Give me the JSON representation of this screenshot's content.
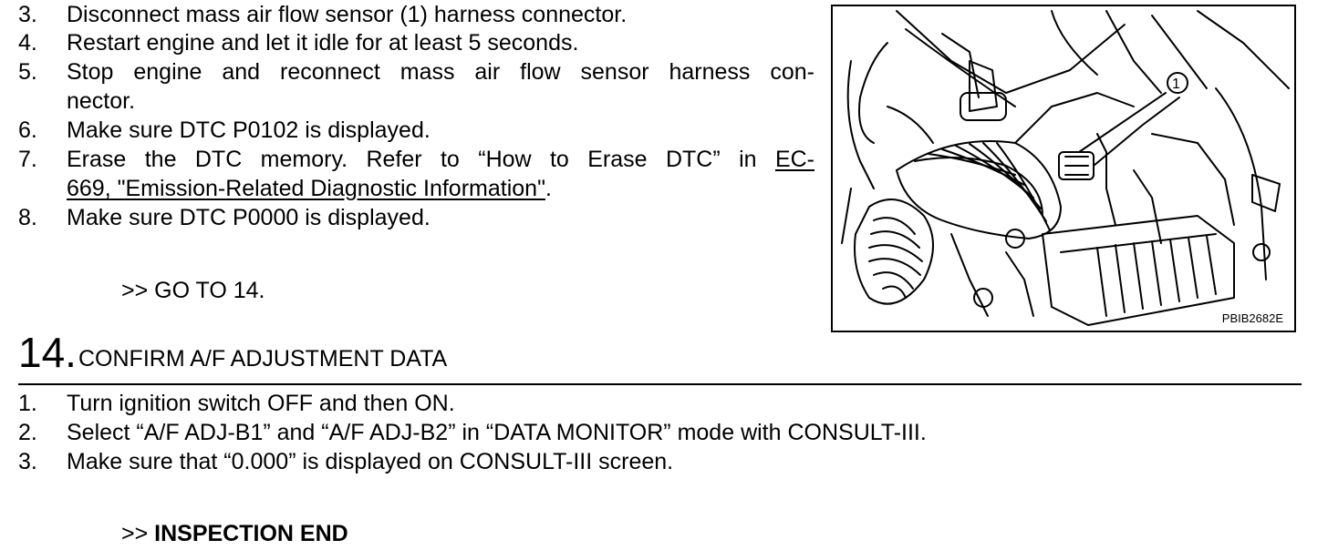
{
  "steps_top": [
    {
      "num": "3.",
      "text": "Disconnect mass air flow sensor (1) harness connector."
    },
    {
      "num": "4.",
      "text": "Restart engine and let it idle for at least 5 seconds."
    },
    {
      "num": "5.",
      "line1": "Stop engine and reconnect mass air flow sensor harness con-",
      "line2": "nector."
    },
    {
      "num": "6.",
      "text": "Make sure DTC P0102 is displayed."
    },
    {
      "num": "7.",
      "line1": "Erase the DTC memory. Refer to “How to Erase DTC” in ",
      "link1": "EC-",
      "link2": "669, \"Emission-Related Diagnostic Information\"",
      "end": "."
    },
    {
      "num": "8.",
      "text": "Make sure DTC P0000 is displayed."
    }
  ],
  "goto": ">> GO TO 14.",
  "figure": {
    "label": "1",
    "id": "PBIB2682E"
  },
  "section": {
    "number": "14.",
    "title": "CONFIRM A/F ADJUSTMENT DATA"
  },
  "steps_bottom": [
    {
      "num": "1.",
      "text": "Turn ignition switch OFF and then ON."
    },
    {
      "num": "2.",
      "text": "Select “A/F ADJ-B1” and “A/F ADJ-B2” in “DATA MONITOR” mode with CONSULT-III."
    },
    {
      "num": "3.",
      "text": "Make sure that “0.000” is displayed on CONSULT-III screen."
    }
  ],
  "end": {
    "prefix": ">> ",
    "bold": "INSPECTION END"
  }
}
